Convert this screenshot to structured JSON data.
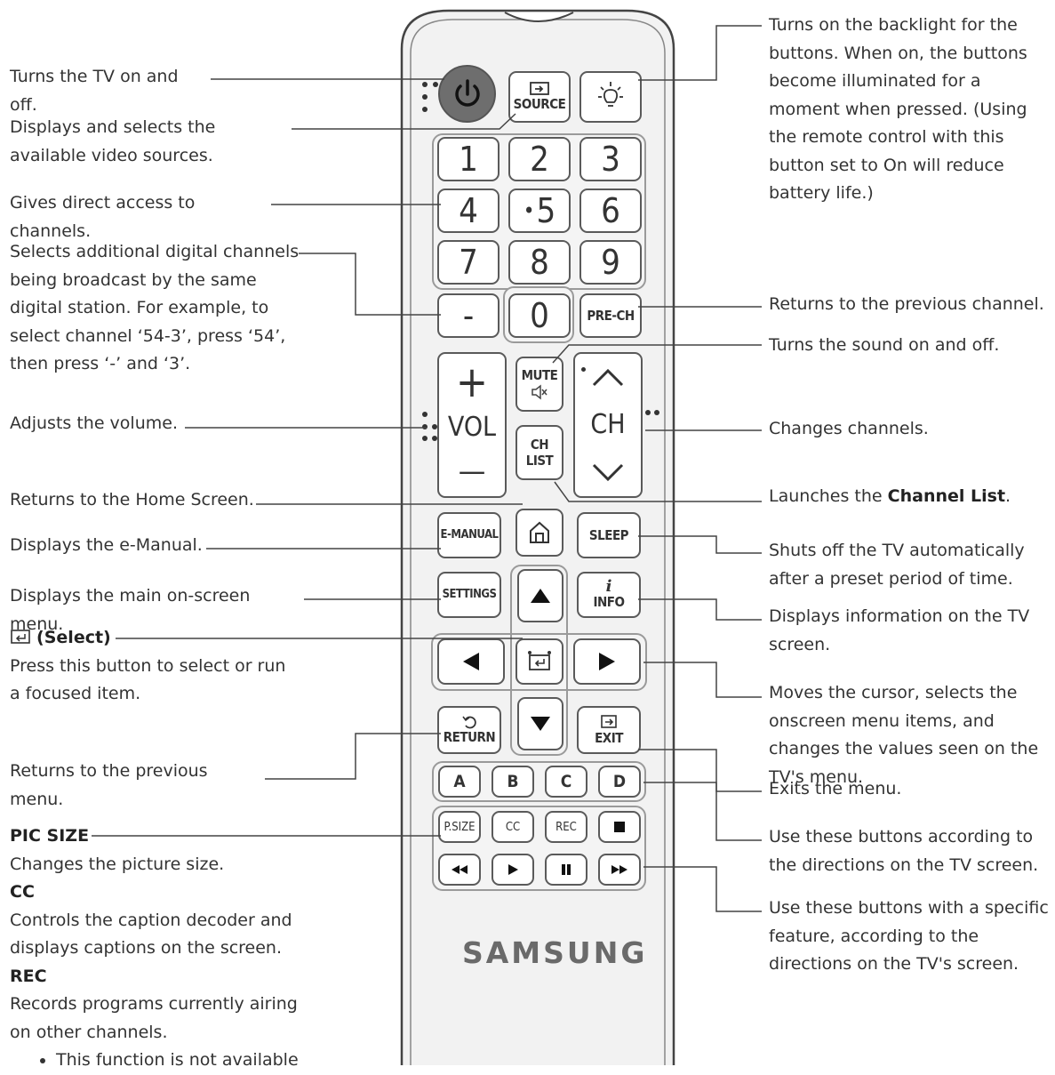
{
  "labels": {
    "power": "Turns the TV on and off.",
    "source": "Displays and selects the available video sources.",
    "numbers": "Gives direct access to channels.",
    "dash": "Selects additional digital channels being broadcast by the same digital station. For example, to select channel ‘54-3’, press ‘54’, then press ‘-’ and ‘3’.",
    "volume": "Adjusts the volume.",
    "home": "Returns to the Home Screen.",
    "emanual": "Displays the e-Manual.",
    "settings": "Displays the main on-screen menu.",
    "select_title": "(Select)",
    "select_desc": "Press this button to select or run a focused item.",
    "return": "Returns to the previous menu.",
    "picsize_title": "PIC SIZE",
    "picsize_desc": "Changes the picture size.",
    "cc_title": "CC",
    "cc_desc": "Controls the caption decoder and displays captions on the screen.",
    "rec_title": "REC",
    "rec_desc": "Records programs currently airing on other channels.",
    "rec_note": "This function is not available",
    "backlight": "Turns on the backlight for the buttons. When on, the buttons become illuminated for a moment when pressed. (Using the remote control with this button set to On will reduce battery life.)",
    "prech": "Returns to the previous channel.",
    "mute": "Turns the sound on and off.",
    "channels": "Changes channels.",
    "chlist_pre": "Launches the ",
    "chlist_bold": "Channel List",
    "chlist_post": ".",
    "sleep": "Shuts off the TV automatically after a preset period of time.",
    "info": "Displays information on the TV screen.",
    "cursor": "Moves the cursor, selects the onscreen menu items, and changes the values seen on the TV's menu.",
    "exit": "Exits the menu.",
    "abcd": "Use these buttons according to the directions on the TV screen.",
    "media": "Use these buttons with a specific feature, according to the directions on the TV's screen."
  },
  "remote": {
    "source": "SOURCE",
    "digits": [
      "1",
      "2",
      "3",
      "4",
      "5",
      "6",
      "7",
      "8",
      "9"
    ],
    "zero": "0",
    "dash": "-",
    "prech": "PRE-CH",
    "vol": "VOL",
    "vol_plus": "+",
    "vol_minus": "—",
    "mute": "MUTE",
    "ch": "CH",
    "chlist_1": "CH",
    "chlist_2": "LIST",
    "emanual": "E-MANUAL",
    "sleep": "SLEEP",
    "settings": "SETTINGS",
    "info_i": "i",
    "info": "INFO",
    "return": "RETURN",
    "exit": "EXIT",
    "color_keys": [
      "A",
      "B",
      "C",
      "D"
    ],
    "psize": "P.SIZE",
    "cc": "CC",
    "rec": "REC",
    "brand": "SAMSUNG"
  },
  "colors": {
    "power_button": "#6e6e6e",
    "remote_body": "#f2f2f2"
  },
  "icons": [
    "power-icon",
    "source-icon",
    "backlight-icon",
    "mute-icon",
    "up-chevron-icon",
    "down-chevron-icon",
    "home-icon",
    "up-arrow-icon",
    "down-arrow-icon",
    "left-arrow-icon",
    "right-arrow-icon",
    "select-icon",
    "return-icon",
    "exit-icon",
    "stop-icon",
    "rewind-icon",
    "play-icon",
    "pause-icon",
    "fast-forward-icon"
  ]
}
